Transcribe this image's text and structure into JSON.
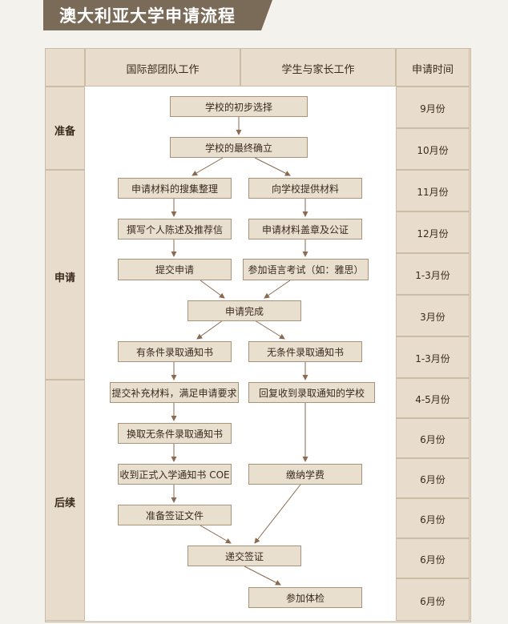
{
  "title": "澳大利亚大学申请流程",
  "headers": {
    "col1": "国际部团队工作",
    "col2": "学生与家长工作",
    "col3": "申请时间"
  },
  "stages": {
    "prep": "准备",
    "apply": "申请",
    "follow": "后续"
  },
  "steps": {
    "s1": "学校的初步选择",
    "s2": "学校的最终确立",
    "s3": "申请材料的搜集整理",
    "s4": "向学校提供材料",
    "s5": "撰写个人陈述及推荐信",
    "s6": "申请材料盖章及公证",
    "s7": "提交申请",
    "s8": "参加语言考试（如：雅思）",
    "s9": "申请完成",
    "s10": "有条件录取通知书",
    "s11": "无条件录取通知书",
    "s12": "提交补充材料，满足申请要求",
    "s13": "回复收到录取通知的学校",
    "s14": "换取无条件录取通知书",
    "s15": "收到正式入学通知书 COE",
    "s16": "缴纳学费",
    "s17": "准备签证文件",
    "s18": "递交签证",
    "s19": "参加体检"
  },
  "times": [
    "9月份",
    "10月份",
    "11月份",
    "12月份",
    "1-3月份",
    "3月份",
    "1-3月份",
    "4-5月份",
    "6月份",
    "6月份",
    "6月份",
    "6月份",
    "6月份"
  ]
}
